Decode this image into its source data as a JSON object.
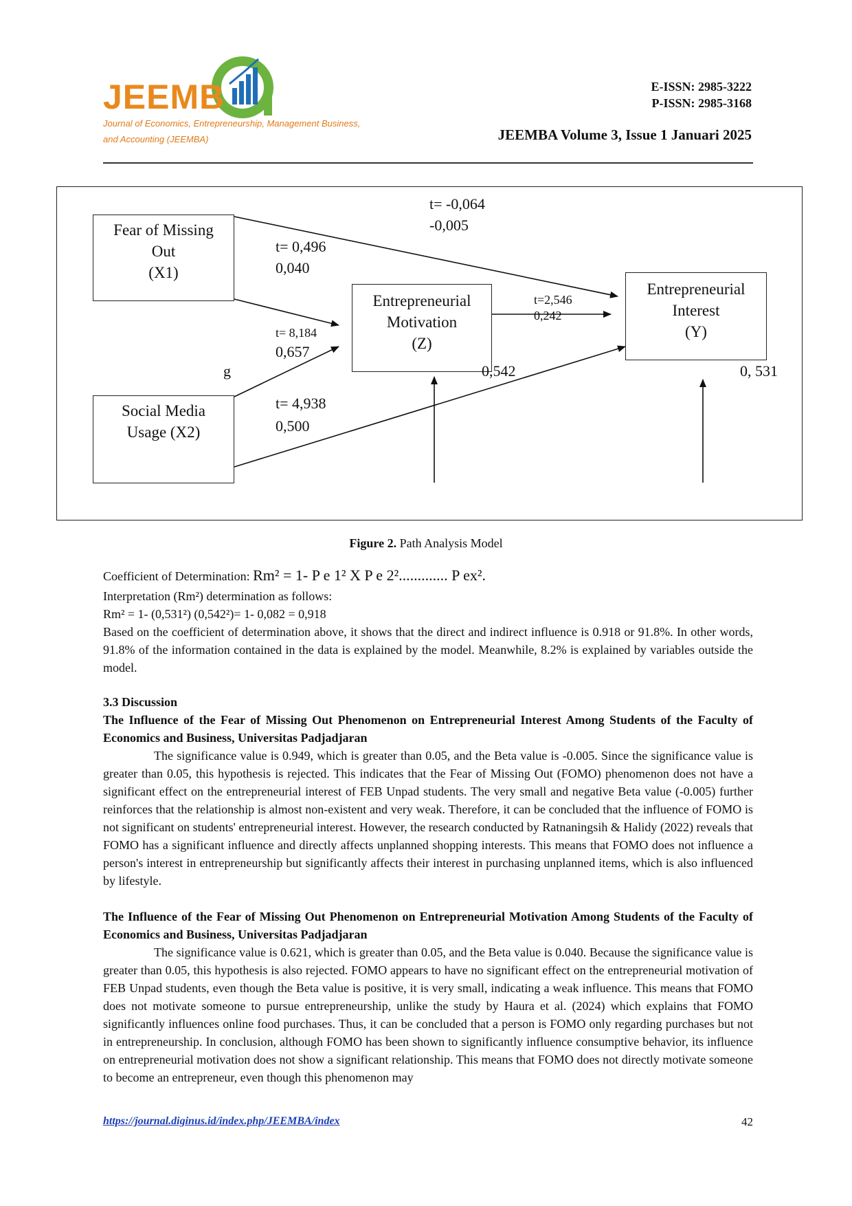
{
  "header": {
    "logo_word": "JEEMB",
    "logo_sub_1": "Journal of Economics, Entrepreneurship, Management Business,",
    "logo_sub_2": "and Accounting (JEEMBA)",
    "eissn": "E-ISSN: 2985-3222",
    "pissn": "P-ISSN: 2985-3168",
    "volume": "JEEMBA Volume 3, Issue 1 Januari 2025"
  },
  "figure": {
    "nodes": {
      "x1": [
        "Fear of Missing",
        "Out",
        "(X1)"
      ],
      "x2": [
        "Social Media",
        "Usage (X2)"
      ],
      "z": [
        "Entrepreneurial",
        "Motivation",
        "(Z)"
      ],
      "y": [
        "Entrepreneurial",
        "Interest",
        "(Y)"
      ]
    },
    "labels": {
      "x1_y_t": "t= -0,064",
      "x1_y_b": "-0,005",
      "x1_z_t": "t= 0,496",
      "x1_z_b": "0,040",
      "x2_z_t": "t= 8,184",
      "x2_z_b": "0,657",
      "z_y_t": "t=2,546",
      "z_y_b": "0,242",
      "x2_y_t": "t= 4,938",
      "x2_y_b": "0,500",
      "stray_g": "g",
      "err_z": "0,542",
      "err_y": "0, 531"
    },
    "caption_bold": "Figure 2.",
    "caption_text": " Path Analysis Model"
  },
  "formula": {
    "prefix": "Coefficient of Determination: ",
    "expr": "Rm² = 1- P e 1² X P e 2²............. P ex²."
  },
  "interp_line": "Interpretation (Rm²) determination as follows:",
  "calc_line": "Rm² = 1- (0,531²) (0,542²)= 1- 0,082 = 0,918",
  "summary": "Based on the coefficient of determination above, it shows that the direct and indirect influence is 0.918 or 91.8%. In other words, 91.8% of the information contained in the data is explained by the model. Meanwhile, 8.2% is explained by variables outside the model.",
  "section": "3.3  Discussion",
  "heading1": "The Influence of the Fear of Missing Out Phenomenon on Entrepreneurial Interest Among Students of the Faculty of Economics and Business, Universitas Padjadjaran",
  "para1": "The significance value is 0.949, which is greater than 0.05, and the Beta value is -0.005. Since the significance value is greater than 0.05, this hypothesis is rejected. This indicates that the Fear of Missing Out (FOMO) phenomenon does not have a significant effect on the entrepreneurial interest of FEB Unpad students. The very small and negative Beta value (-0.005) further reinforces that the relationship is almost non-existent and very weak. Therefore, it can be concluded that the influence of FOMO is not significant on students' entrepreneurial interest. However, the research conducted by Ratnaningsih & Halidy (2022) reveals that FOMO has a significant influence and directly affects unplanned shopping interests. This means that FOMO does not influence a person's interest in entrepreneurship but significantly affects their interest in purchasing unplanned items, which is also influenced by lifestyle.",
  "heading2": "The Influence of the Fear of Missing Out Phenomenon on Entrepreneurial Motivation Among Students of the Faculty of Economics and Business, Universitas Padjadjaran",
  "para2": "The significance value is 0.621, which is greater than 0.05, and the Beta value is 0.040. Because the significance value is greater than 0.05, this hypothesis is also rejected. FOMO appears to have no significant effect on the entrepreneurial motivation of FEB Unpad students, even though the Beta value is positive, it is very small, indicating a weak influence. This means that FOMO does not motivate someone to pursue entrepreneurship, unlike the study by Haura et al. (2024) which explains that FOMO significantly influences online food purchases. Thus, it can be concluded that a person is FOMO only regarding purchases but not in entrepreneurship. In conclusion, although FOMO has been shown to significantly influence consumptive behavior, its influence on entrepreneurial motivation does not show a significant relationship. This means that FOMO does not directly motivate someone to become an entrepreneur, even though this phenomenon may",
  "footer": {
    "link": "https://journal.diginus.id/index.php/JEEMBA/index",
    "page": "42"
  },
  "colors": {
    "logo_orange": "#e8891e",
    "logo_green": "#6cb33f",
    "logo_blue": "#1f6fb8",
    "link_blue": "#1b3fb6"
  }
}
